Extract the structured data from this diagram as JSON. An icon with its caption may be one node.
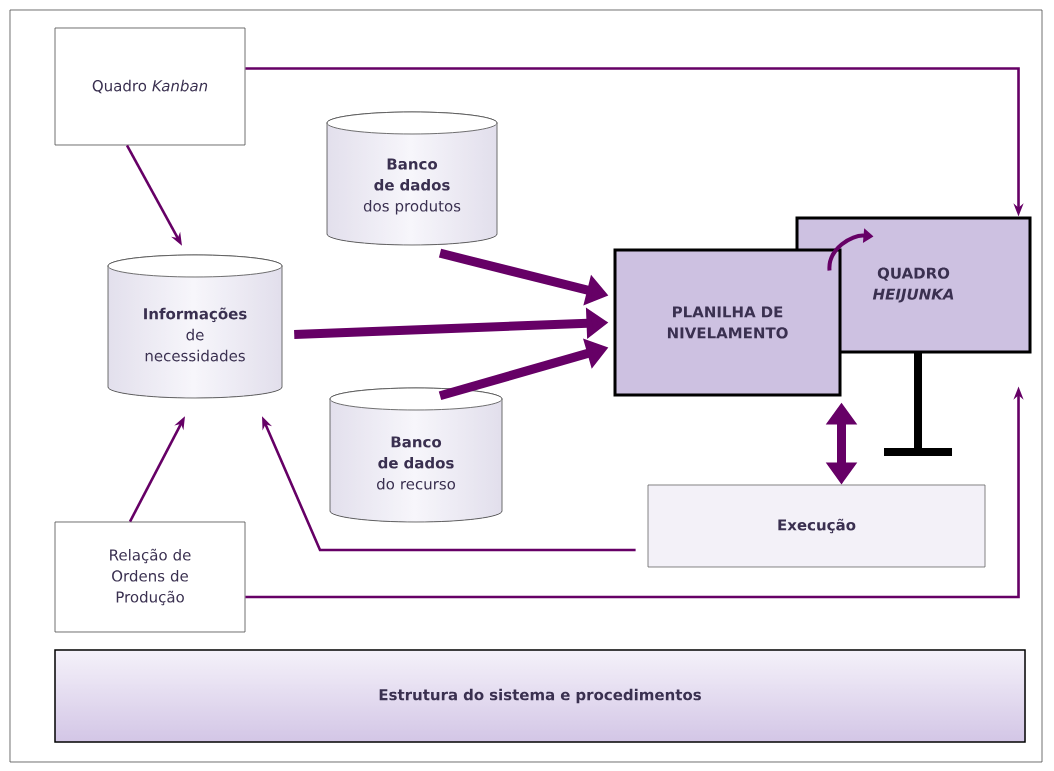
{
  "diagram": {
    "nodes": [
      {
        "text": [
          "Quadro *Kanban*"
        ]
      },
      {
        "text": [
          "Banco de dados",
          "dos produtos"
        ]
      },
      {
        "text": [
          "Informações",
          "de necessidades"
        ]
      },
      {
        "text": [
          "PLANILHA DE NIVELAMENTO"
        ]
      },
      {
        "text": [
          "QUADRO *HEIJUNKA*"
        ]
      },
      {
        "text": [
          "Banco de dados",
          "do recurso"
        ]
      },
      {
        "text": [
          "Execução"
        ]
      },
      {
        "text": [
          "Relação de Ordens de Produção"
        ]
      },
      {
        "text": [
          "Estrutura do sistema e procedimentos"
        ]
      }
    ],
    "edges": [
      {
        "from": 0,
        "to": 4,
        "arrow": "to"
      },
      {
        "from": 0,
        "to": 2,
        "arrow": "to"
      },
      {
        "from": 1,
        "to": 3,
        "arrow": "to",
        "style": "thick"
      },
      {
        "from": 2,
        "to": 3,
        "arrow": "to",
        "style": "thick"
      },
      {
        "from": 5,
        "to": 3,
        "arrow": "to",
        "style": "thick"
      },
      {
        "from": 3,
        "to": 6,
        "arrow": "both",
        "style": "thick"
      },
      {
        "from": 6,
        "to": 2,
        "arrow": "to"
      },
      {
        "from": 7,
        "to": 2,
        "arrow": "to"
      },
      {
        "from": 7,
        "to": 4,
        "arrow": "to"
      },
      {
        "from": 3,
        "to": 4,
        "arrow": "to"
      }
    ]
  }
}
